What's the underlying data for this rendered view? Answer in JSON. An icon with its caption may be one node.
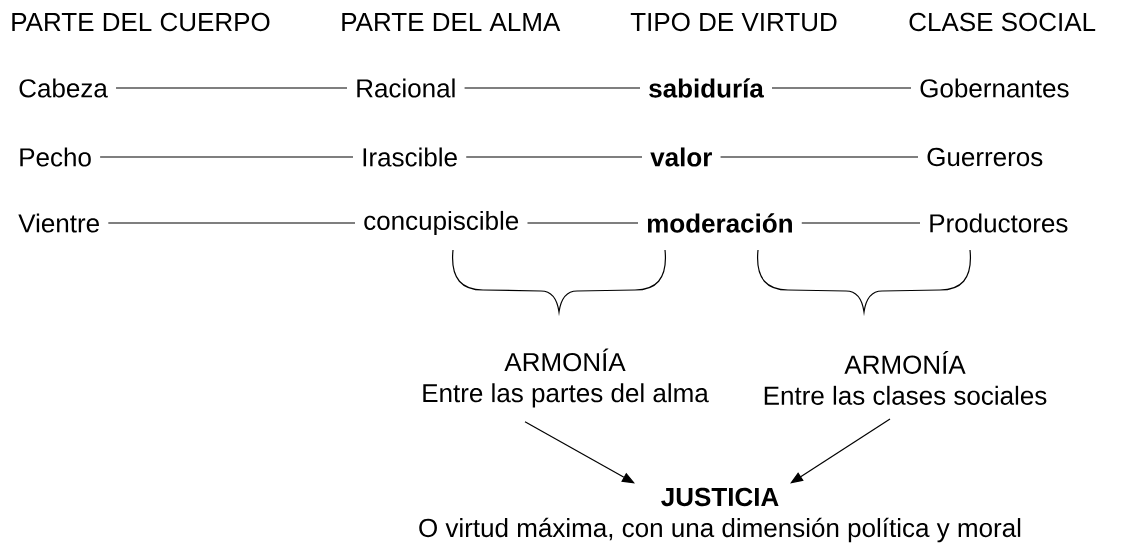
{
  "diagram": {
    "nodes": [
      {
        "text": [
          "Cabeza"
        ]
      },
      {
        "text": [
          "Racional"
        ]
      },
      {
        "text": [
          "sabiduría"
        ]
      },
      {
        "text": [
          "Gobernantes"
        ]
      },
      {
        "text": [
          "Pecho"
        ]
      },
      {
        "text": [
          "Irascible"
        ]
      },
      {
        "text": [
          "valor"
        ]
      },
      {
        "text": [
          "Guerreros"
        ]
      },
      {
        "text": [
          "Vientre"
        ]
      },
      {
        "text": [
          "concupiscible"
        ]
      },
      {
        "text": [
          "moderación"
        ]
      },
      {
        "text": [
          "Productores"
        ]
      },
      {
        "text": [
          "ARMONÍA",
          "Entre las partes del alma"
        ]
      },
      {
        "text": [
          "ARMONÍA",
          "Entre las clases sociales"
        ]
      },
      {
        "text": [
          "JUSTICIA",
          "O virtud máxima, con una dimensión política y moral"
        ]
      }
    ],
    "edges": [
      {
        "from": 0,
        "to": 1,
        "arrow": "none"
      },
      {
        "from": 1,
        "to": 2,
        "arrow": "none"
      },
      {
        "from": 2,
        "to": 3,
        "arrow": "none"
      },
      {
        "from": 4,
        "to": 5,
        "arrow": "none"
      },
      {
        "from": 5,
        "to": 6,
        "arrow": "none"
      },
      {
        "from": 6,
        "to": 7,
        "arrow": "none"
      },
      {
        "from": 8,
        "to": 9,
        "arrow": "none"
      },
      {
        "from": 9,
        "to": 10,
        "arrow": "none"
      },
      {
        "from": 10,
        "to": 11,
        "arrow": "none"
      },
      {
        "from": 12,
        "to": 14,
        "arrow": "to"
      },
      {
        "from": 13,
        "to": 14,
        "arrow": "to"
      }
    ],
    "labels": [
      "PARTE DEL CUERPO",
      "PARTE DEL ALMA",
      "TIPO DE VIRTUD",
      "CLASE SOCIAL"
    ]
  }
}
